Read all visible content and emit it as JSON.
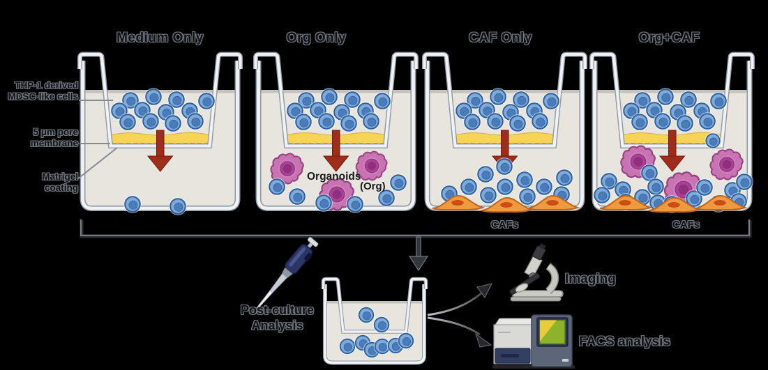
{
  "figure": {
    "description_domain": "transwell co-culture experiment schematic"
  },
  "conditions": [
    {
      "title": "Medium Only"
    },
    {
      "title": "Org Only",
      "organoids_label": "Organoids",
      "org_abbrev": "(Org)"
    },
    {
      "title": "CAF Only",
      "cafs_label": "CAFs"
    },
    {
      "title": "Org+CAF",
      "cafs_label": "CAFs"
    }
  ],
  "side_labels": {
    "thp1_line1": "THP-1 derived",
    "thp1_line2": "MDSC-like cells",
    "membrane_line1": "5 μm pore",
    "membrane_line2": "membrane",
    "matrigel_line1": "Matrigel",
    "matrigel_line2": "coating"
  },
  "flow": {
    "post_culture_line1": "Post-culture",
    "post_culture_line2": "Analysis",
    "imaging_label": "Imaging",
    "facs_label": "FACS analysis"
  },
  "icons": {
    "transwell": "transwell-insert-icon",
    "pipette": "pipette-icon",
    "microscope": "microscope-icon",
    "flow_cytometer": "flow-cytometer-icon",
    "down_arrow": "down-arrow-icon",
    "branch_arrows": "branch-arrows-icon"
  },
  "colors": {
    "background": "#000000",
    "mdsc_cell_blue": "#7fabd9",
    "organoid_pink": "#c873b2",
    "caf_orange": "#ef9a3e",
    "membrane_yellow": "#f6d458",
    "arrow_red": "#9e2d1c",
    "well_medium_beige": "#e8e5df",
    "well_wall_white": "#f0f2f5",
    "label_outline_gray": "#6e747b"
  }
}
